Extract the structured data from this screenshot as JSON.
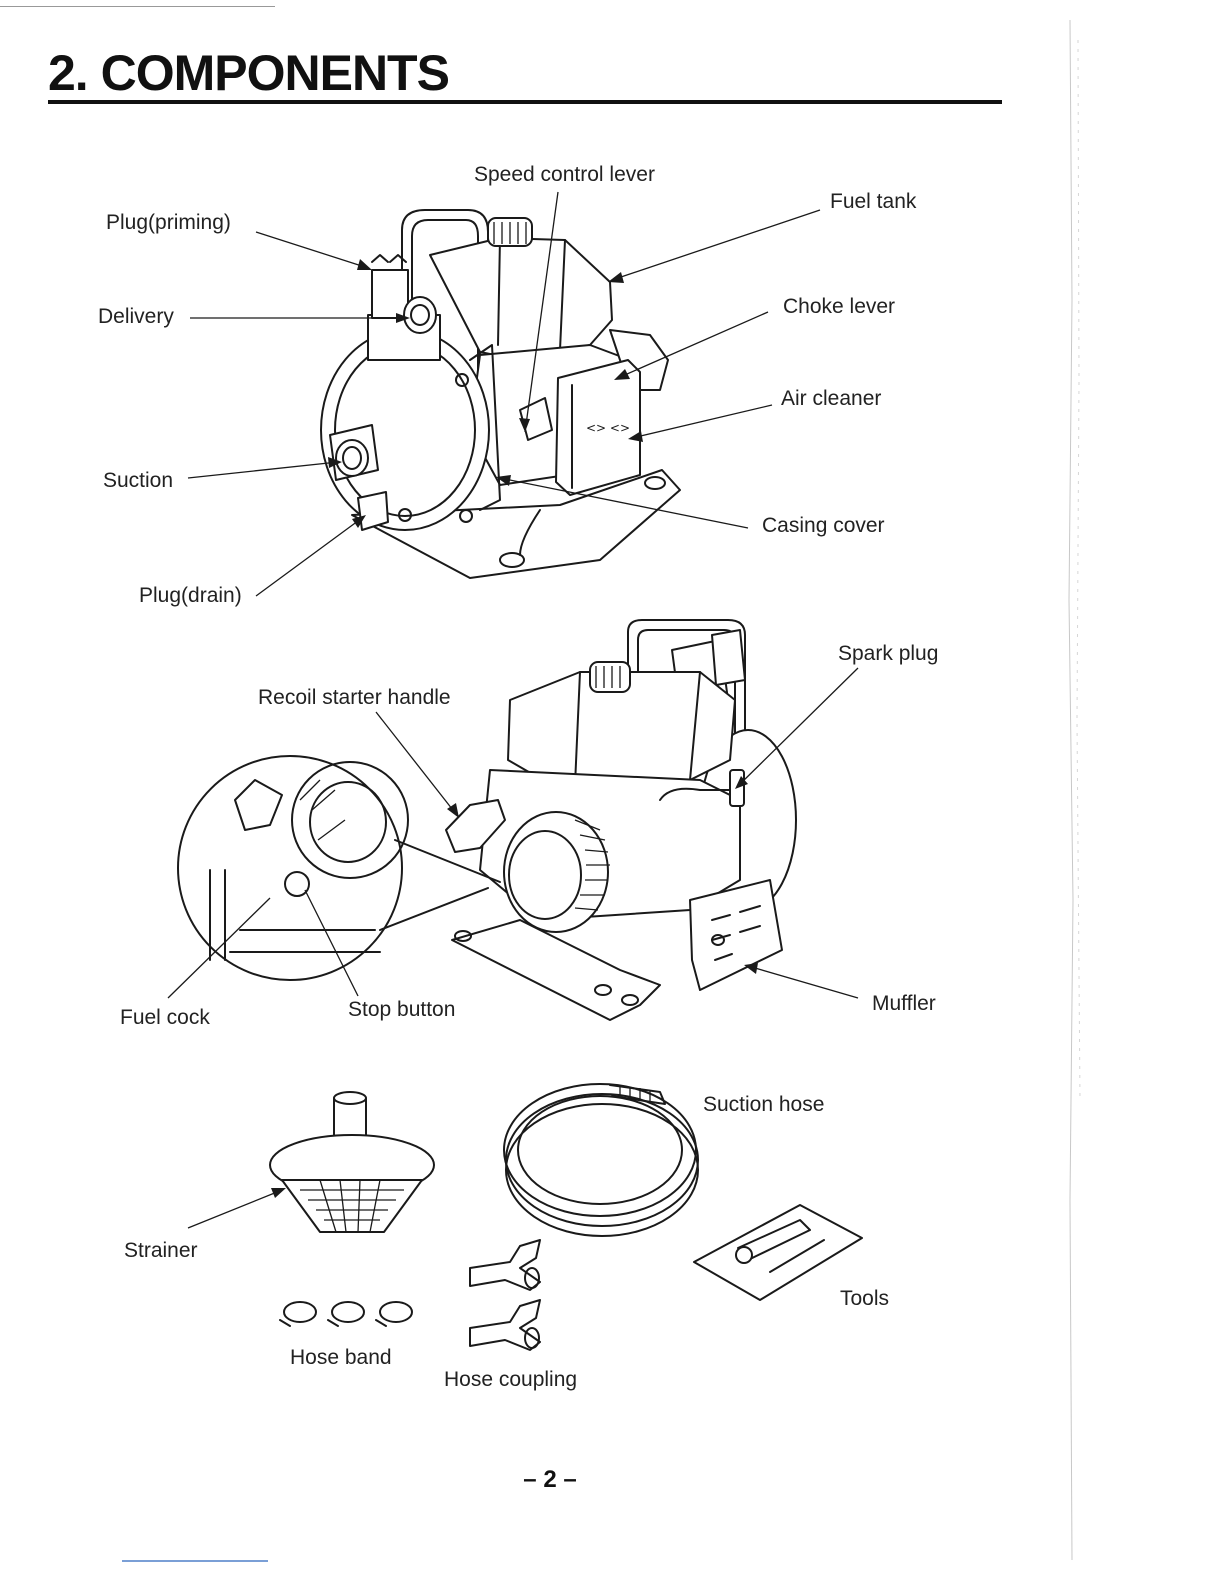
{
  "page": {
    "title": "2. COMPONENTS",
    "page_number": "– 2 –"
  },
  "labels": {
    "speed_control_lever": "Speed control lever",
    "fuel_tank": "Fuel tank",
    "plug_priming": "Plug(priming)",
    "delivery": "Delivery",
    "choke_lever": "Choke lever",
    "air_cleaner": "Air cleaner",
    "suction": "Suction",
    "casing_cover": "Casing cover",
    "plug_drain": "Plug(drain)",
    "spark_plug": "Spark plug",
    "recoil_starter_handle": "Recoil starter handle",
    "fuel_cock": "Fuel cock",
    "stop_button": "Stop button",
    "muffler": "Muffler",
    "suction_hose": "Suction hose",
    "strainer": "Strainer",
    "tools": "Tools",
    "hose_band": "Hose band",
    "hose_coupling": "Hose coupling"
  }
}
